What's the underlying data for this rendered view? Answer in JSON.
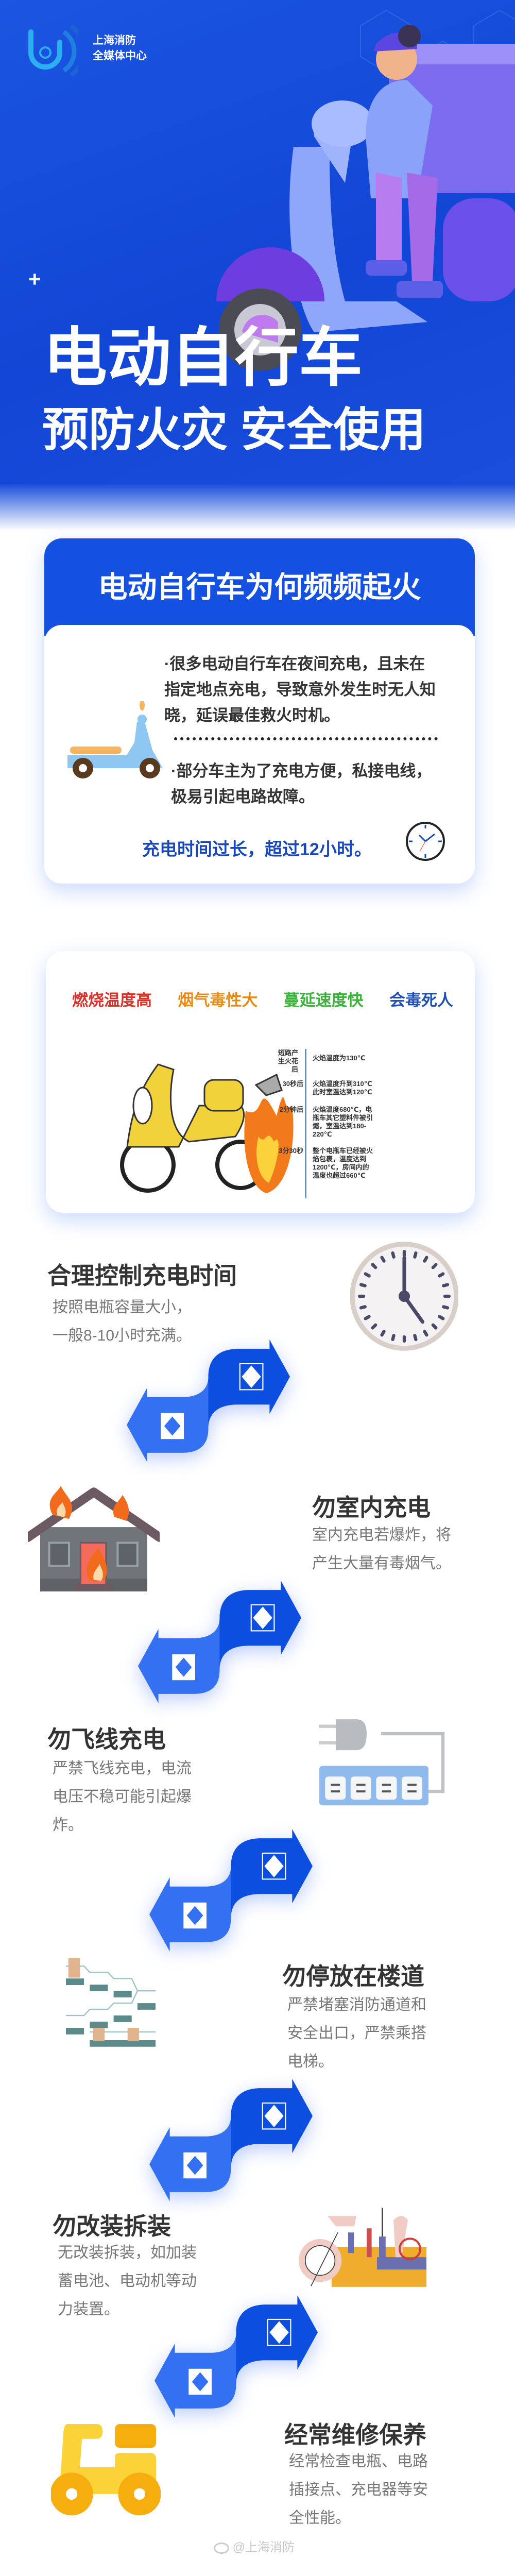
{
  "brand": {
    "line1": "上海消防",
    "line2": "全媒体中心"
  },
  "hero": {
    "title": "电动自行车",
    "subtitle": "预防火灾 安全使用",
    "plus": "+"
  },
  "card1": {
    "title": "电动自行车为何频频起火",
    "para1": [
      "·很多电动自行车在夜间充电，且未在",
      "指定地点充电，导致意外发生时无人知",
      "晓，延误最佳救火时机。"
    ],
    "para2": [
      "·部分车主为了充电方便，私接电线，",
      "极易引起电路故障。"
    ],
    "highlight": "充电时间过长，超过12小时。"
  },
  "card2": {
    "tags": [
      {
        "text": "燃烧温度高",
        "color": "#d8332a"
      },
      {
        "text": "烟气毒性大",
        "color": "#e88a12"
      },
      {
        "text": "蔓延速度快",
        "color": "#3bb23a"
      },
      {
        "text": "会毒死人",
        "color": "#1f4fb5"
      }
    ],
    "timeline": [
      {
        "time": "短路产生火花后",
        "desc": "火焰温度为130℃"
      },
      {
        "time": "30秒后",
        "desc": "火焰温度升到310℃ 此时室温达到120℃"
      },
      {
        "time": "2分钟后",
        "desc": "火焰温度680℃，电瓶车其它塑料件被引燃，室温达到180-220℃"
      },
      {
        "time": "3分30秒",
        "desc": "整个电瓶车已经被火焰包裹，温度达到1200℃，房间内的温度也超过660℃"
      }
    ]
  },
  "sections": [
    {
      "title": "合理控制充电时间",
      "desc": [
        "按照电瓶容量大小，",
        "一般8-10小时充满。"
      ]
    },
    {
      "title": "勿室内充电",
      "desc": [
        "室内充电若爆炸，将",
        "产生大量有毒烟气。"
      ]
    },
    {
      "title": "勿飞线充电",
      "desc": [
        "严禁飞线充电，电流",
        "电压不稳可能引起爆",
        "炸。"
      ]
    },
    {
      "title": "勿停放在楼道",
      "desc": [
        "严禁堵塞消防通道和",
        "安全出口，严禁乘搭",
        "电梯。"
      ]
    },
    {
      "title": "勿改装拆装",
      "desc": [
        "无改装拆装，如加装",
        "蓄电池、电动机等动",
        "力装置。"
      ]
    },
    {
      "title": "经常维修保养",
      "desc": [
        "经常检查电瓶、电路",
        "插接点、充电器等安",
        "全性能。"
      ]
    }
  ],
  "watermark": "@上海消防",
  "colors": {
    "primary": "#1451e0",
    "arrow_dark": "#0b4ee0",
    "arrow_light": "#3471f2",
    "text": "#333333",
    "muted": "#777777"
  }
}
